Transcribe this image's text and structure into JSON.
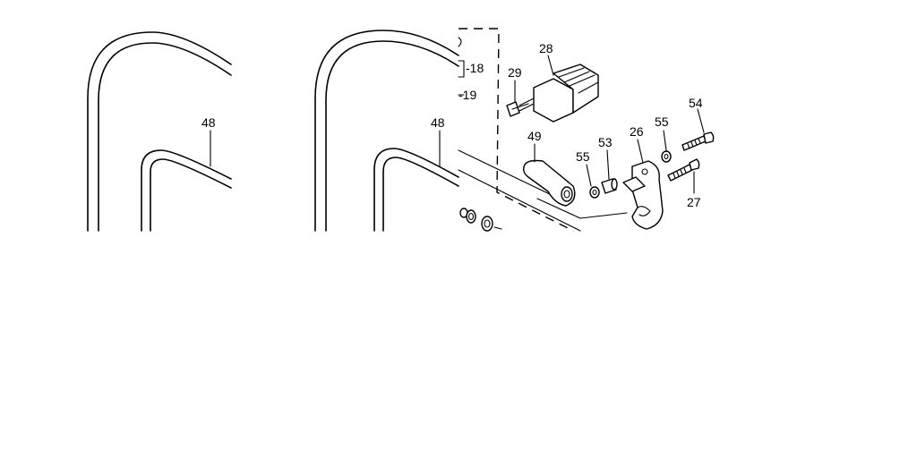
{
  "diagram": {
    "callouts": {
      "hose_left": "48",
      "hose_right": "48",
      "ref_18": "18",
      "ref_19": "19",
      "connector": "28",
      "pin": "29",
      "lever": "49",
      "washer_left": "55",
      "spacer": "53",
      "bracket": "26",
      "washer_right": "55",
      "bolt_top": "54",
      "bolt_bottom": "27"
    }
  }
}
